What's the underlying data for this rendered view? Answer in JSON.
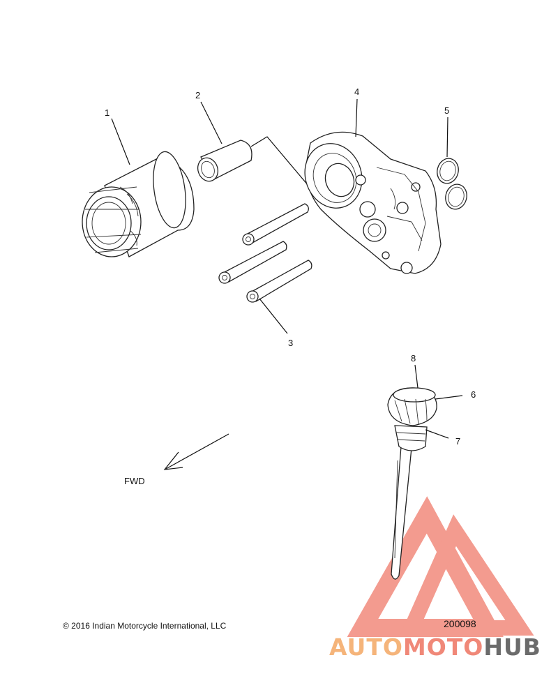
{
  "callouts": {
    "c1": "1",
    "c2": "2",
    "c3": "3",
    "c4": "4",
    "c5": "5",
    "c6": "6",
    "c7": "7",
    "c8": "8"
  },
  "direction_label": "FWD",
  "copyright": "© 2016 Indian Motorcycle International, LLC",
  "diagram_number": "200098",
  "watermark": {
    "part1": "AUTO",
    "part2": "MOTO",
    "part3": "HUB",
    "colors": {
      "light": "#f5b47a",
      "red": "#f08878",
      "gray": "#6b6b6b"
    }
  }
}
